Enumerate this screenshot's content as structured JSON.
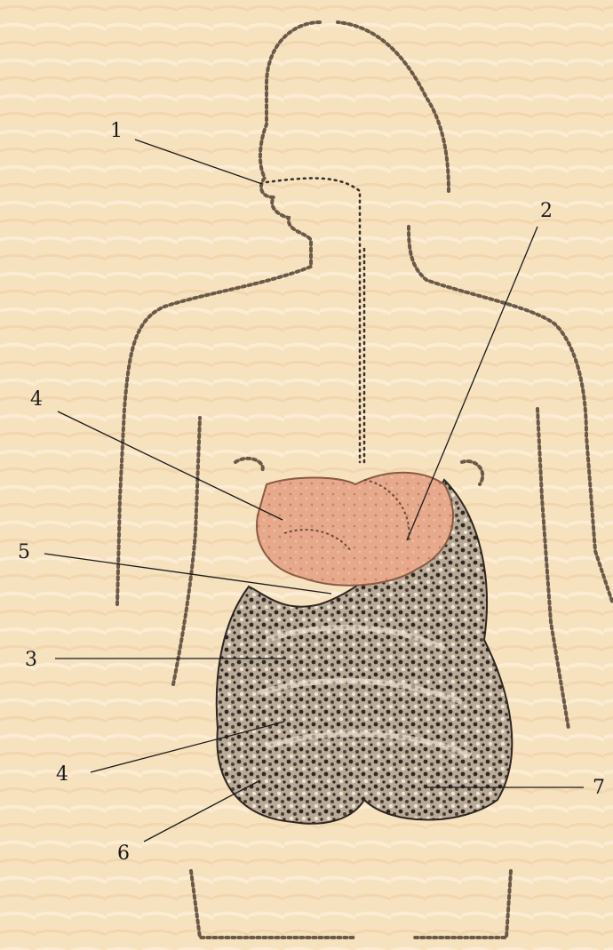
{
  "colors": {
    "background": "#f7e2c0",
    "stomach": "#e7a98c",
    "intestine": "#2e2620",
    "outline": "#6b5a48"
  },
  "labels": [
    {
      "id": "mouth",
      "text": "1"
    },
    {
      "id": "stomach",
      "text": "2"
    },
    {
      "id": "small-intestine",
      "text": "3"
    },
    {
      "id": "liver-upper",
      "text": "4"
    },
    {
      "id": "pancreas",
      "text": "5"
    },
    {
      "id": "large-intestine-lower",
      "text": "4"
    },
    {
      "id": "colon-left",
      "text": "6"
    },
    {
      "id": "rectum",
      "text": "7"
    }
  ]
}
